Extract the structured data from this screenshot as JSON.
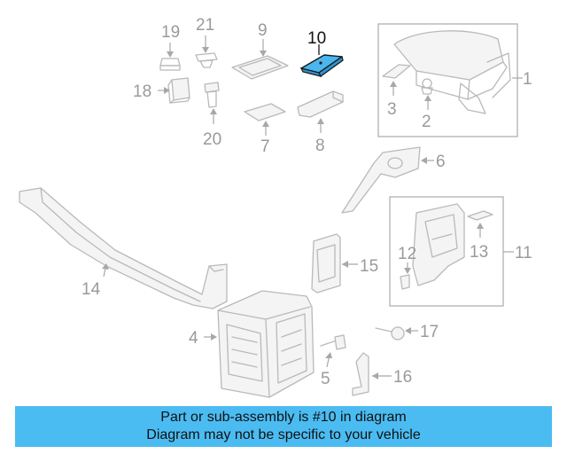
{
  "callouts": {
    "c1": "1",
    "c2": "2",
    "c3": "3",
    "c4": "4",
    "c5": "5",
    "c6": "6",
    "c7": "7",
    "c8": "8",
    "c9": "9",
    "c10": "10",
    "c11": "11",
    "c12": "12",
    "c13": "13",
    "c14": "14",
    "c15": "15",
    "c16": "16",
    "c17": "17",
    "c18": "18",
    "c19": "19",
    "c20": "20",
    "c21": "21"
  },
  "highlighted_part": "10",
  "colors": {
    "highlight": "#4bb6ee",
    "banner": "#4bbcf2"
  },
  "banner": {
    "line1": "Part or sub-assembly is #10 in diagram",
    "line2": "Diagram may not be specific to your vehicle"
  }
}
